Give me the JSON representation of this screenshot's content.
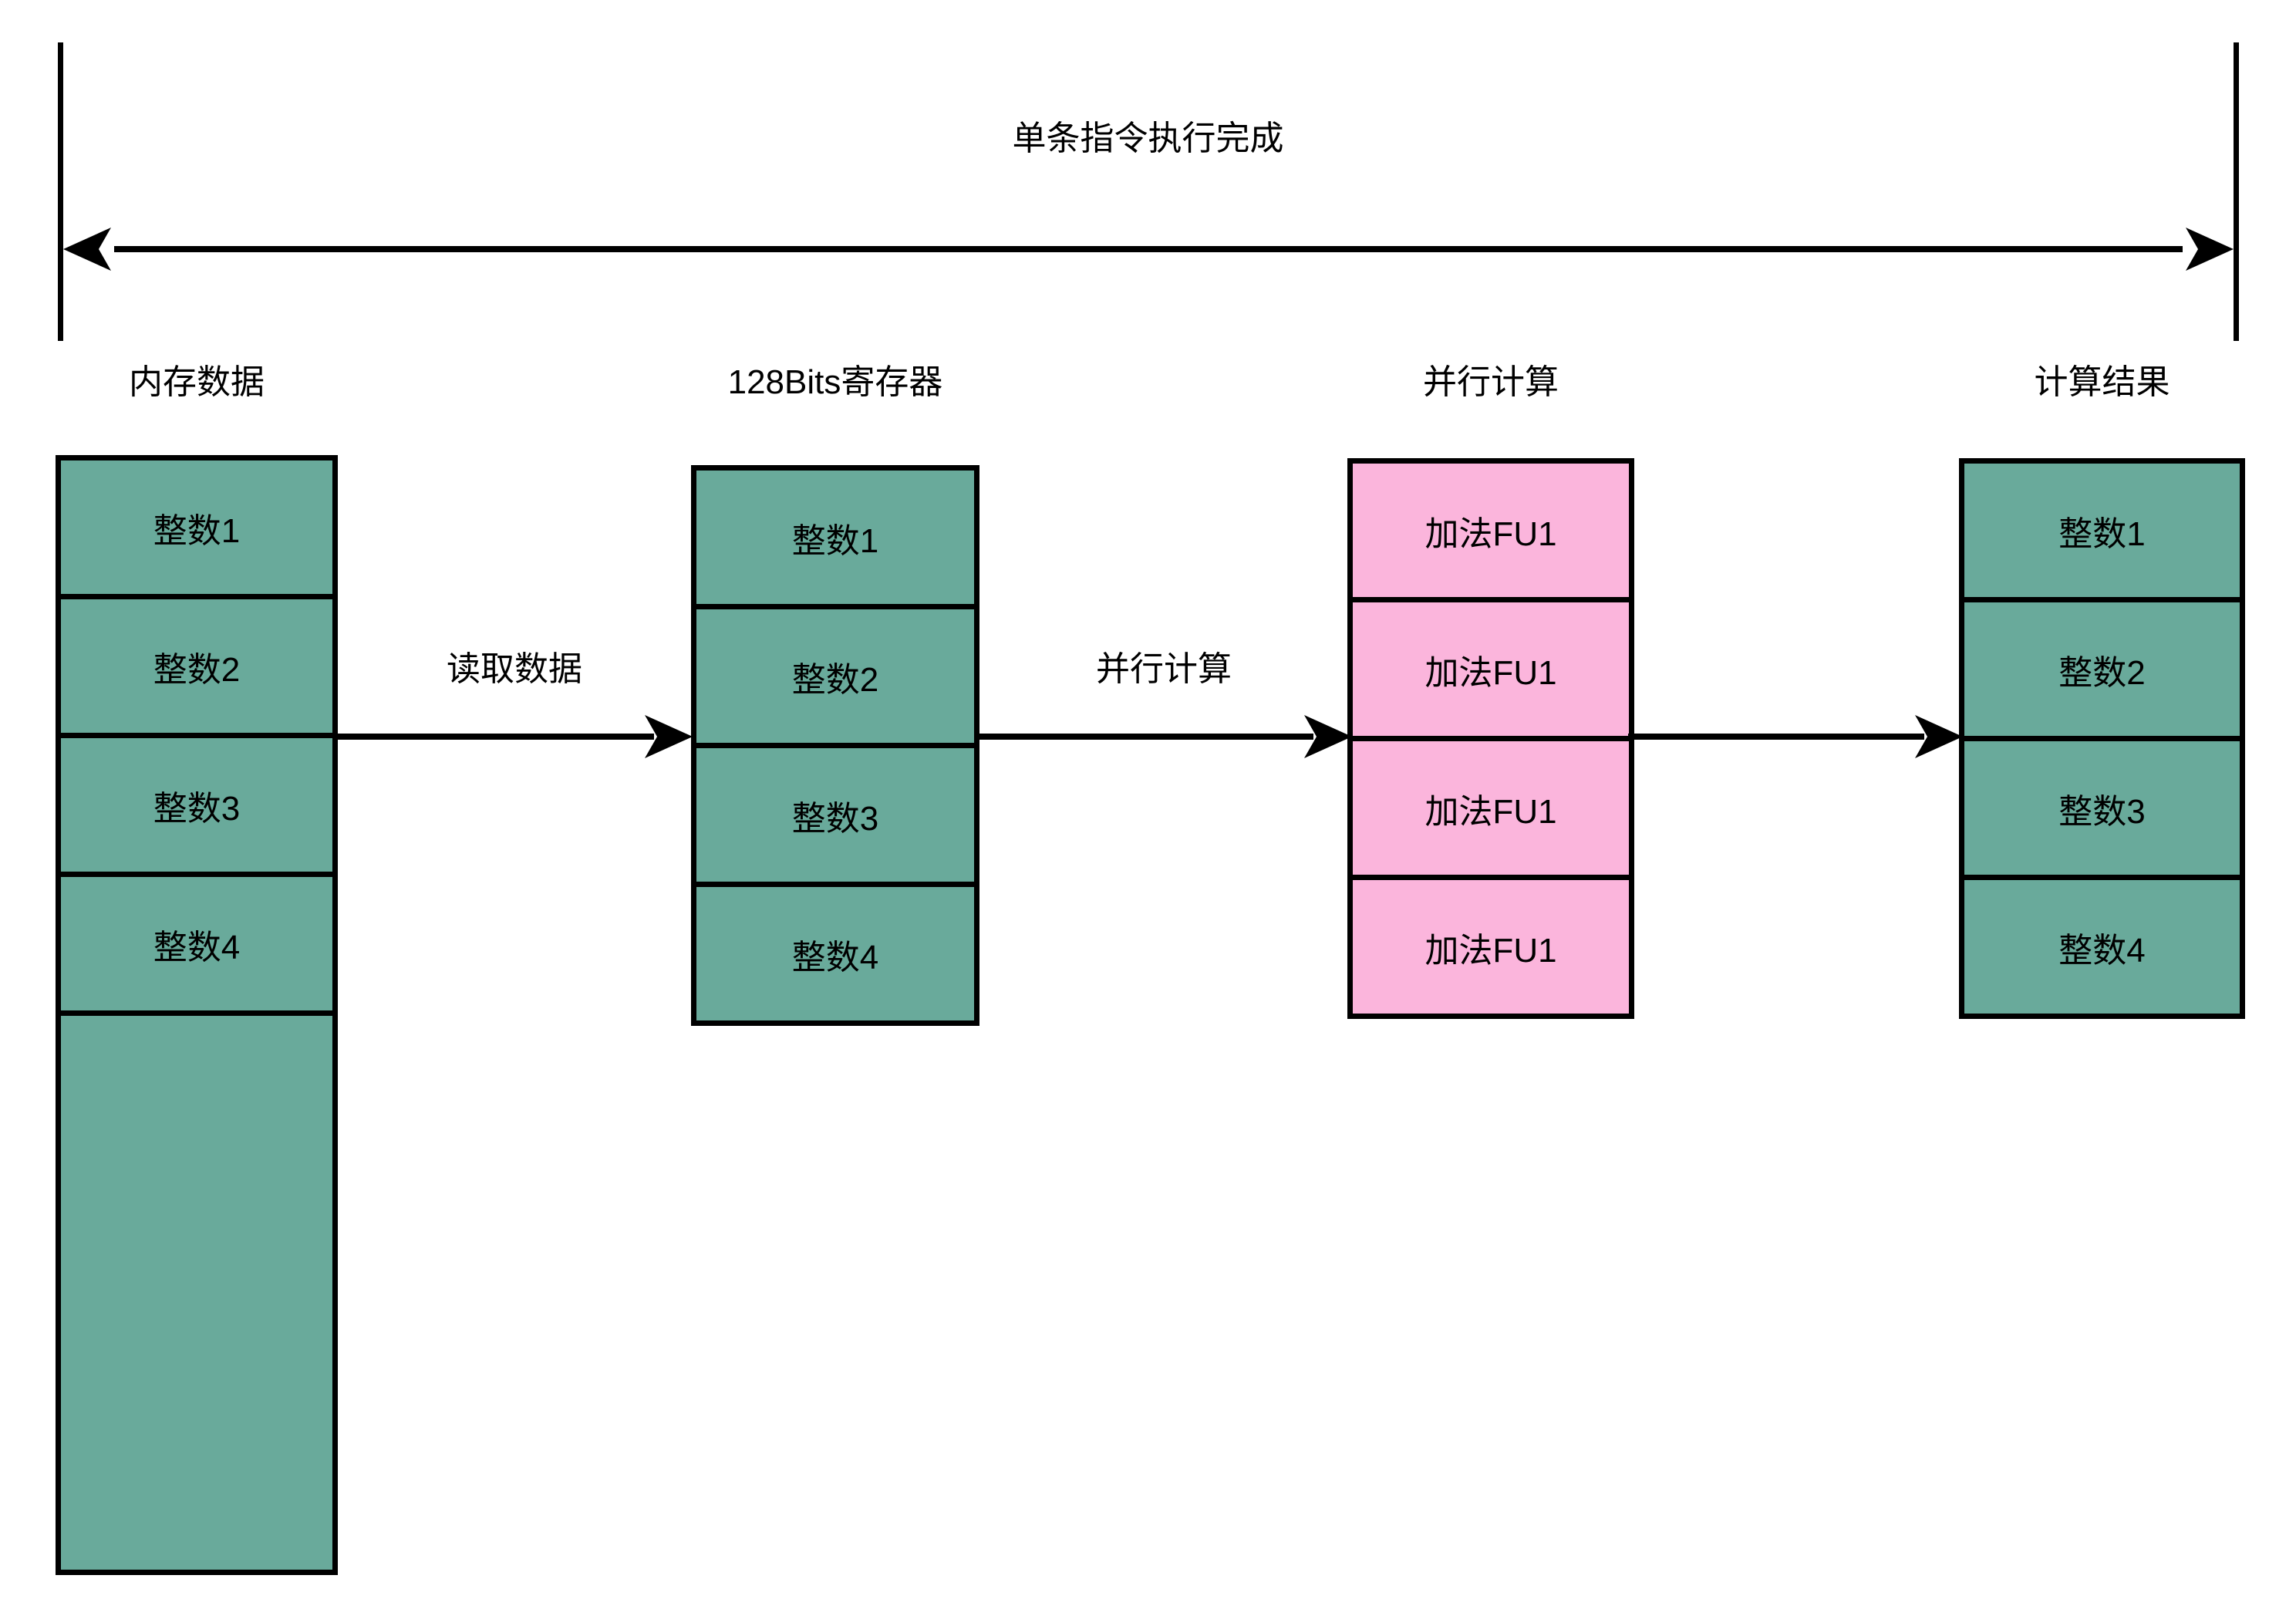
{
  "top_span": {
    "label": "单条指令执行完成"
  },
  "columns": [
    {
      "header": "内存数据",
      "cells": [
        "整数1",
        "整数2",
        "整数3",
        "整数4"
      ]
    },
    {
      "header": "128Bits寄存器",
      "cells": [
        "整数1",
        "整数2",
        "整数3",
        "整数4"
      ]
    },
    {
      "header": "并行计算",
      "cells": [
        "加法FU1",
        "加法FU1",
        "加法FU1",
        "加法FU1"
      ]
    },
    {
      "header": "计算结果",
      "cells": [
        "整数1",
        "整数2",
        "整数3",
        "整数4"
      ]
    }
  ],
  "flow_arrows": [
    {
      "label": "读取数据"
    },
    {
      "label": "并行计算"
    },
    {
      "label": ""
    }
  ],
  "colors": {
    "green": "#69AA9B",
    "pink": "#FBB5DC",
    "line": "#000000",
    "background": "#FFFFFF"
  }
}
